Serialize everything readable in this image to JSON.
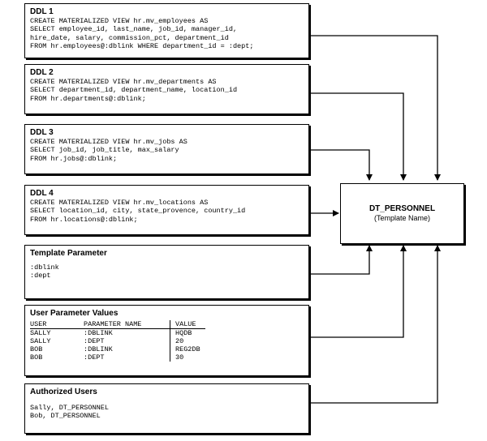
{
  "ddl1": {
    "title": "DDL 1",
    "lines": [
      "CREATE MATERIALIZED VIEW hr.mv_employees AS",
      "SELECT employee_id, last_name, job_id, manager_id,",
      "hire_date, salary, commission_pct, department_id",
      "FROM hr.employees@:dblink WHERE department_id = :dept;"
    ]
  },
  "ddl2": {
    "title": "DDL 2",
    "lines": [
      "CREATE MATERIALIZED VIEW hr.mv_departments AS",
      "SELECT department_id, department_name, location_id",
      "FROM hr.departments@:dblink;"
    ]
  },
  "ddl3": {
    "title": "DDL 3",
    "lines": [
      "CREATE MATERIALIZED VIEW hr.mv_jobs AS",
      "SELECT job_id, job_title, max_salary",
      "FROM hr.jobs@:dblink;"
    ]
  },
  "ddl4": {
    "title": "DDL 4",
    "lines": [
      "CREATE MATERIALIZED VIEW hr.mv_locations AS",
      "SELECT location_id, city, state_provence, country_id",
      "FROM hr.locations@:dblink;"
    ]
  },
  "template_param": {
    "title": "Template Parameter",
    "lines": [
      ":dblink",
      ":dept"
    ]
  },
  "user_params": {
    "title": "User Parameter Values",
    "headers": [
      "USER",
      "PARAMETER NAME",
      "VALUE"
    ],
    "rows": [
      [
        "SALLY",
        ":DBLINK",
        "HQDB"
      ],
      [
        "SALLY",
        ":DEPT",
        "20"
      ],
      [
        "BOB",
        ":DBLINK",
        "REG2DB"
      ],
      [
        "BOB",
        ":DEPT",
        "30"
      ]
    ]
  },
  "authorized": {
    "title": "Authorized Users",
    "lines": [
      "Sally, DT_PERSONNEL",
      "Bob, DT_PERSONNEL"
    ]
  },
  "template": {
    "name": "DT_PERSONNEL",
    "subtitle": "(Template Name)"
  }
}
